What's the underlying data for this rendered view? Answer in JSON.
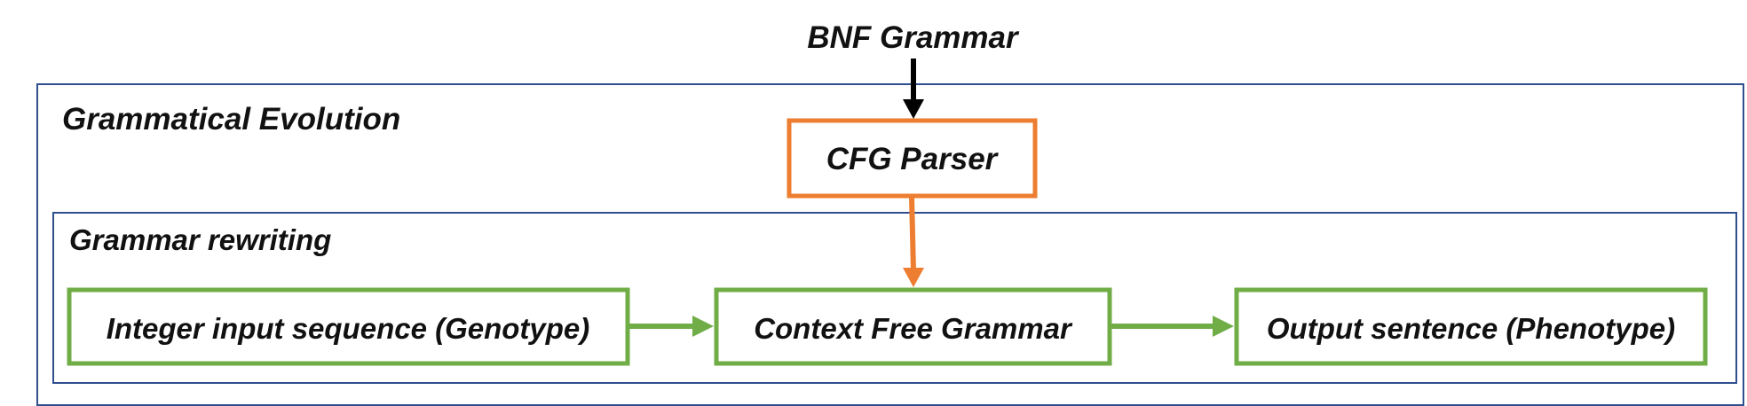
{
  "top_input": {
    "label": "BNF Grammar"
  },
  "outer_panel": {
    "title": "Grammatical Evolution"
  },
  "parser": {
    "label": "CFG Parser"
  },
  "inner_panel": {
    "title": "Grammar rewriting"
  },
  "nodes": {
    "genotype": "Integer input sequence (Genotype)",
    "cfg": "Context Free Grammar",
    "phenotype": "Output sentence (Phenotype)"
  },
  "colors": {
    "panel_border": "#2F4F8F",
    "parser_border": "#ED7D31",
    "node_border": "#70AD47",
    "arrow_black": "#000000",
    "arrow_orange": "#ED7D31",
    "arrow_green": "#70AD47"
  }
}
